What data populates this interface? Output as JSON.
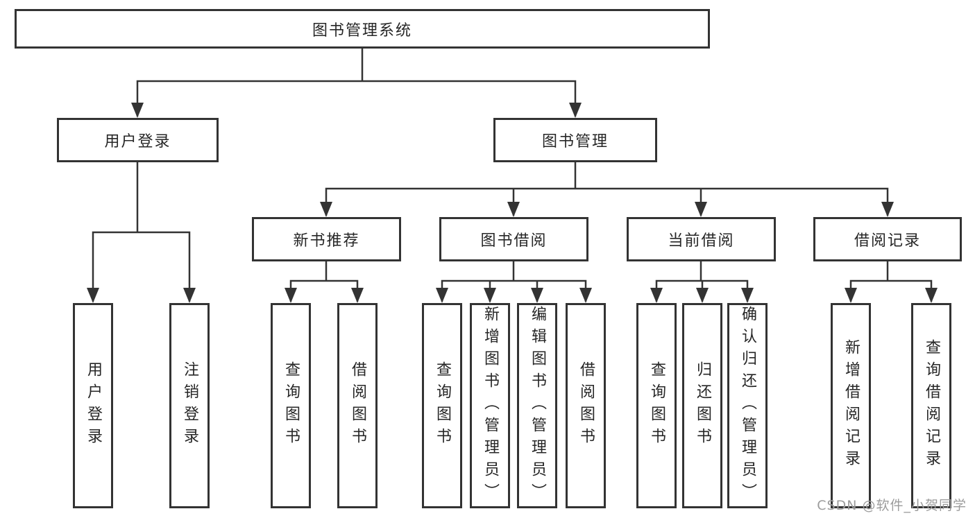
{
  "colors": {
    "line": "#333333",
    "text": "#262626",
    "background": "#ffffff",
    "watermark_color": "#9c9c9c"
  },
  "watermark": {
    "text": "CSDN @软件_小贺同学"
  },
  "tree": {
    "root": {
      "label": "图书管理系统",
      "children": [
        {
          "label": "用户登录",
          "children": [
            {
              "label": "用户登录"
            },
            {
              "label": "注销登录"
            }
          ]
        },
        {
          "label": "图书管理",
          "children": [
            {
              "label": "新书推荐",
              "children": [
                {
                  "label": "查询图书"
                },
                {
                  "label": "借阅图书"
                }
              ]
            },
            {
              "label": "图书借阅",
              "children": [
                {
                  "label": "查询图书"
                },
                {
                  "label": "新增图书（管理员）"
                },
                {
                  "label": "编辑图书（管理员）"
                },
                {
                  "label": "借阅图书"
                }
              ]
            },
            {
              "label": "当前借阅",
              "children": [
                {
                  "label": "查询图书"
                },
                {
                  "label": "归还图书"
                },
                {
                  "label": "确认归还（管理员）"
                }
              ]
            },
            {
              "label": "借阅记录",
              "children": [
                {
                  "label": "新增借阅记录"
                },
                {
                  "label": "查询借阅记录"
                }
              ]
            }
          ]
        }
      ]
    }
  }
}
